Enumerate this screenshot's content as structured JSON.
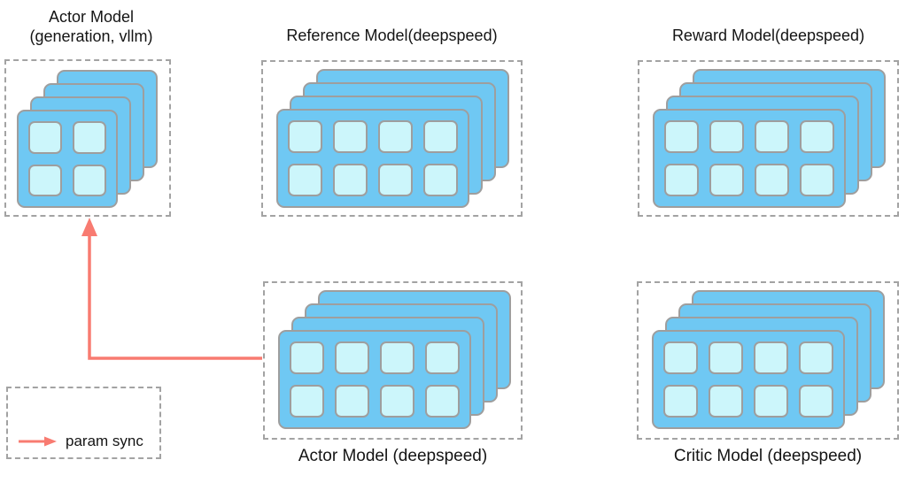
{
  "diagram": {
    "colors": {
      "card_fill": "#6fc8f3",
      "cell_fill": "#ccf6fb",
      "card_border": "#9e9e9e",
      "dashed_border": "#a3a3a3",
      "arrow": "#f87b71",
      "text": "#141414"
    },
    "groups": [
      {
        "name": "actor-generation",
        "title_line1": "Actor Model",
        "title_line2": "(generation, vllm)",
        "layers": 4,
        "grid": {
          "rows": 2,
          "cols": 2
        }
      },
      {
        "name": "reference",
        "title": "Reference Model(deepspeed)",
        "layers": 4,
        "grid": {
          "rows": 2,
          "cols": 4
        }
      },
      {
        "name": "reward",
        "title": "Reward Model(deepspeed)",
        "layers": 4,
        "grid": {
          "rows": 2,
          "cols": 4
        }
      },
      {
        "name": "actor-deepspeed",
        "title": "Actor Model (deepspeed)",
        "layers": 4,
        "grid": {
          "rows": 2,
          "cols": 4
        }
      },
      {
        "name": "critic",
        "title": "Critic Model (deepspeed)",
        "layers": 4,
        "grid": {
          "rows": 2,
          "cols": 4
        }
      }
    ],
    "legend": {
      "label": "param sync"
    }
  }
}
